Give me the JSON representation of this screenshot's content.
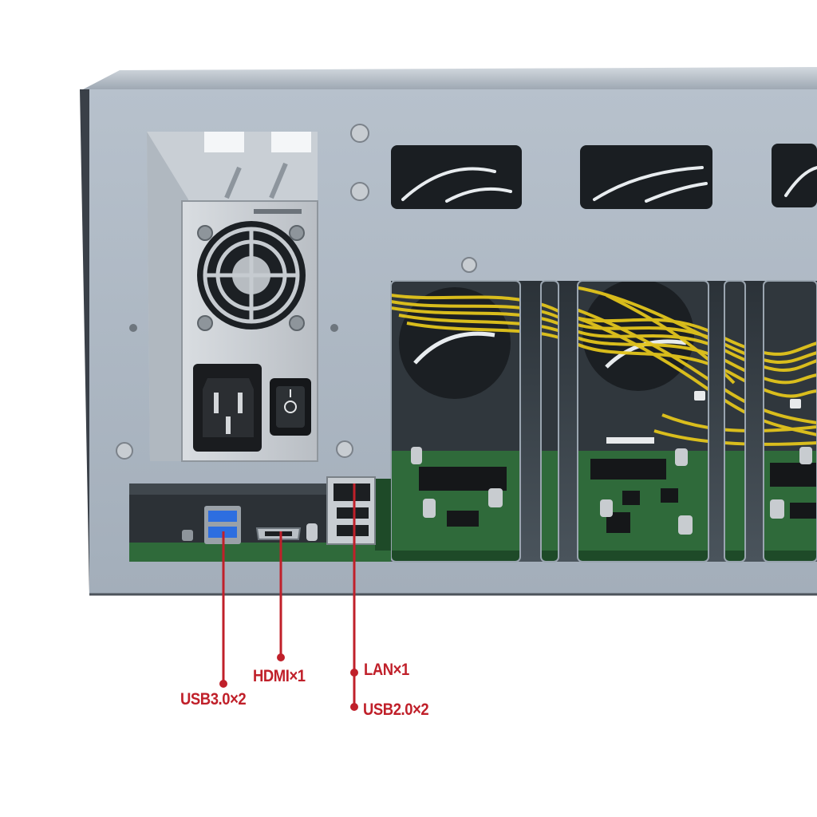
{
  "labels": {
    "usb30": "USB3.0×2",
    "hdmi": "HDMI×1",
    "lan": "LAN×1",
    "usb20": "USB2.0×2"
  },
  "colors": {
    "callout": "#c0202a",
    "chassis": "#a9b4c0",
    "pcb": "#2f6a3a",
    "cable": "#e8c81a"
  }
}
